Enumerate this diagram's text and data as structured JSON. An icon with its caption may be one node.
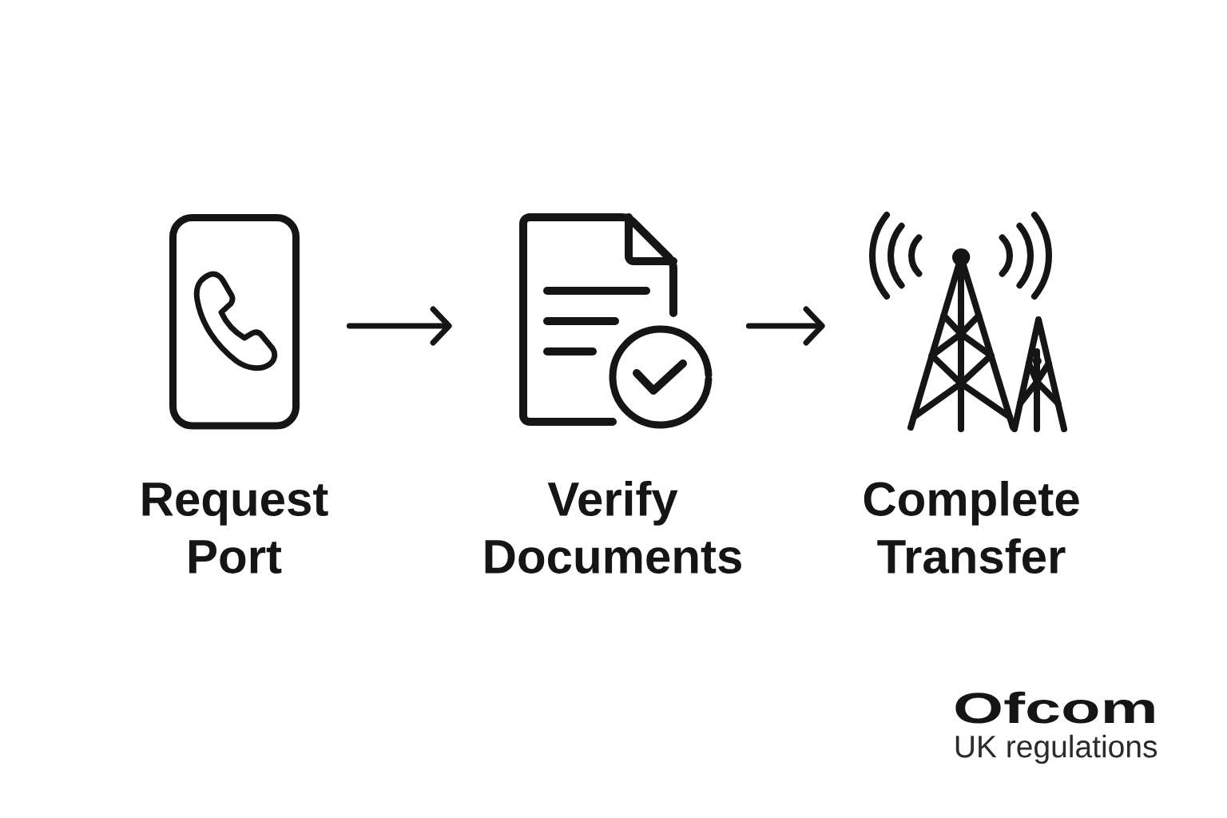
{
  "diagram": {
    "nodes": [
      {
        "text": [
          "Request Port"
        ]
      },
      {
        "text": [
          "Verify Documents"
        ]
      },
      {
        "text": [
          "Complete Transfer"
        ]
      }
    ],
    "edges": [
      {
        "from": 0,
        "to": 1,
        "arrow": "to"
      },
      {
        "from": 1,
        "to": 2,
        "arrow": "to"
      }
    ],
    "labels": [
      "Ofcom",
      "UK regulations"
    ]
  }
}
